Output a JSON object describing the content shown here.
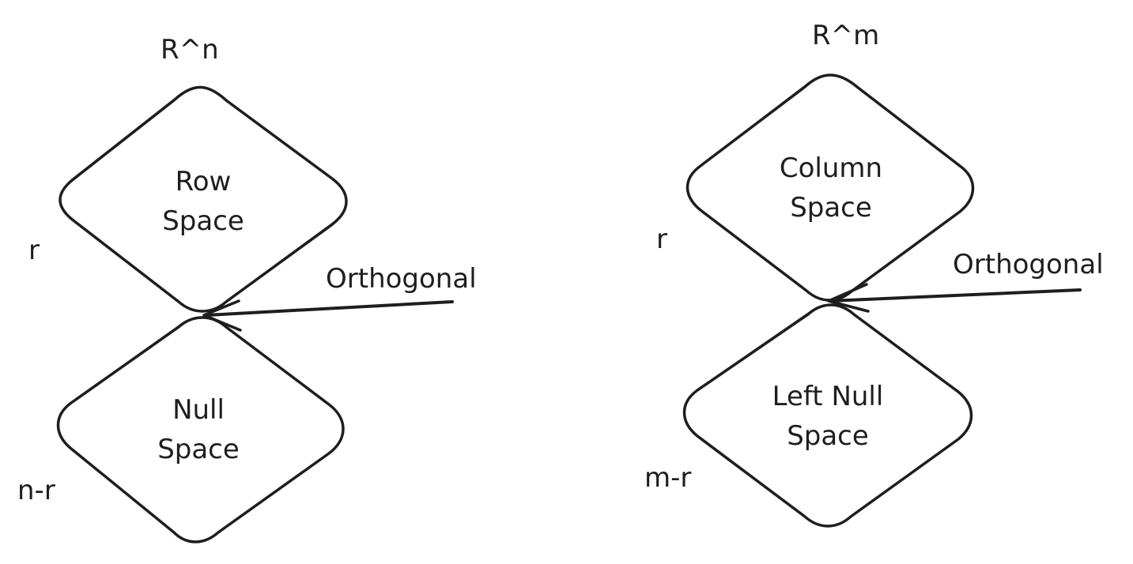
{
  "left_diagram": {
    "space_label": "R^n",
    "upper_shape": {
      "line1": "Row",
      "line2": "Space"
    },
    "lower_shape": {
      "line1": "Null",
      "line2": "Space"
    },
    "upper_dimension": "r",
    "lower_dimension": "n-r",
    "relation_label": "Orthogonal"
  },
  "right_diagram": {
    "space_label": "R^m",
    "upper_shape": {
      "line1": "Column",
      "line2": "Space"
    },
    "lower_shape": {
      "line1": "Left Null",
      "line2": "Space"
    },
    "upper_dimension": "r",
    "lower_dimension": "m-r",
    "relation_label": "Orthogonal"
  },
  "colors": {
    "stroke": "#1e1e1e",
    "background": "#ffffff"
  }
}
